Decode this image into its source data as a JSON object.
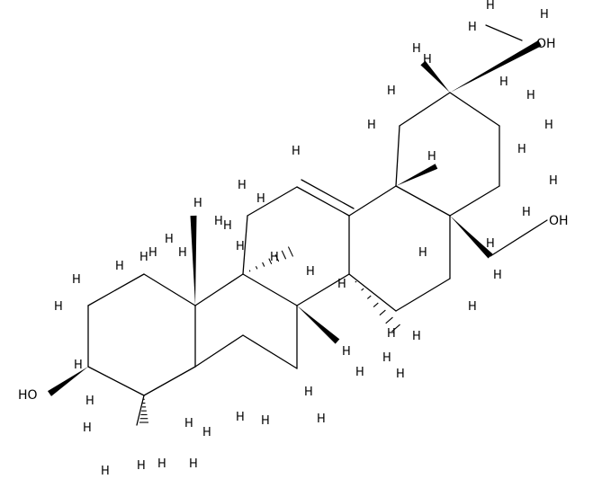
{
  "molecule": {
    "atom_labels": [
      {
        "id": "oh-top",
        "text": "OH"
      },
      {
        "id": "oh-right",
        "text": "OH"
      },
      {
        "id": "oh-left",
        "text": "HO"
      }
    ],
    "hydrogen_label": "H",
    "colors": {
      "ink": "#000000",
      "background": "#ffffff"
    }
  }
}
